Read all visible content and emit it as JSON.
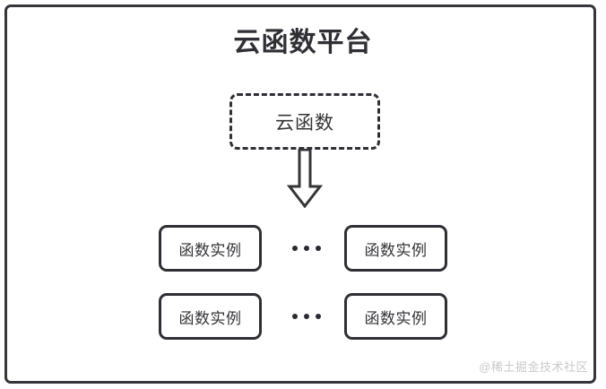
{
  "diagram": {
    "title": "云函数平台",
    "frame": {
      "border_color": "#35353a",
      "background": "#ffffff"
    },
    "function_node": {
      "label": "云函数",
      "style": "dashed-rounded-box",
      "border_color": "#2f2f35"
    },
    "arrow": {
      "name": "down-arrow",
      "direction": "down",
      "style": "hollow-outline",
      "color": "#35353a"
    },
    "instance_rows": [
      {
        "left": {
          "label": "函数实例"
        },
        "separator": "•••",
        "right": {
          "label": "函数实例"
        }
      },
      {
        "left": {
          "label": "函数实例"
        },
        "separator": "•••",
        "right": {
          "label": "函数实例"
        }
      }
    ],
    "watermark": "@稀土掘金技术社区"
  }
}
